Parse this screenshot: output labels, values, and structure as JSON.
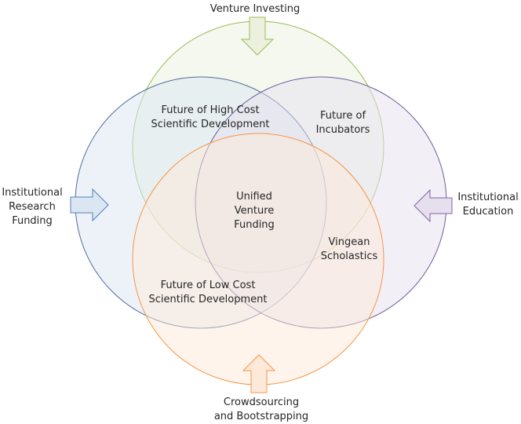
{
  "diagram": {
    "type": "four-circle-venn",
    "circles": [
      {
        "id": "venture",
        "stroke": "#9bbb59",
        "fill": "#ebf1de"
      },
      {
        "id": "research",
        "stroke": "#4f6d9a",
        "fill": "#dce6f2"
      },
      {
        "id": "education",
        "stroke": "#6e5f9c",
        "fill": "#e6e0ee"
      },
      {
        "id": "crowd",
        "stroke": "#f79646",
        "fill": "#fde9d9"
      }
    ],
    "inputs": {
      "top": {
        "lines": [
          "Venture Investing"
        ],
        "arrow_fill": "#ebf1de",
        "arrow_stroke": "#9bbb59",
        "direction": "down"
      },
      "left": {
        "lines": [
          "Institutional",
          "Research",
          "Funding"
        ],
        "arrow_fill": "#dce6f2",
        "arrow_stroke": "#4f81bd",
        "direction": "right"
      },
      "right": {
        "lines": [
          "Institutional",
          "Education"
        ],
        "arrow_fill": "#e6e0ee",
        "arrow_stroke": "#8064a2",
        "direction": "left"
      },
      "bottom": {
        "lines": [
          "Crowdsourcing",
          "and Bootstrapping"
        ],
        "arrow_fill": "#fde9d9",
        "arrow_stroke": "#f79646",
        "direction": "up"
      }
    },
    "regions": {
      "high_cost": [
        "Future of High Cost",
        "Scientific Development"
      ],
      "incubators": [
        "Future of",
        "Incubators"
      ],
      "unified": [
        "Unified",
        "Venture",
        "Funding"
      ],
      "vingean": [
        "Vingean",
        "Scholastics"
      ],
      "low_cost": [
        "Future of Low Cost",
        "Scientific Development"
      ]
    }
  }
}
